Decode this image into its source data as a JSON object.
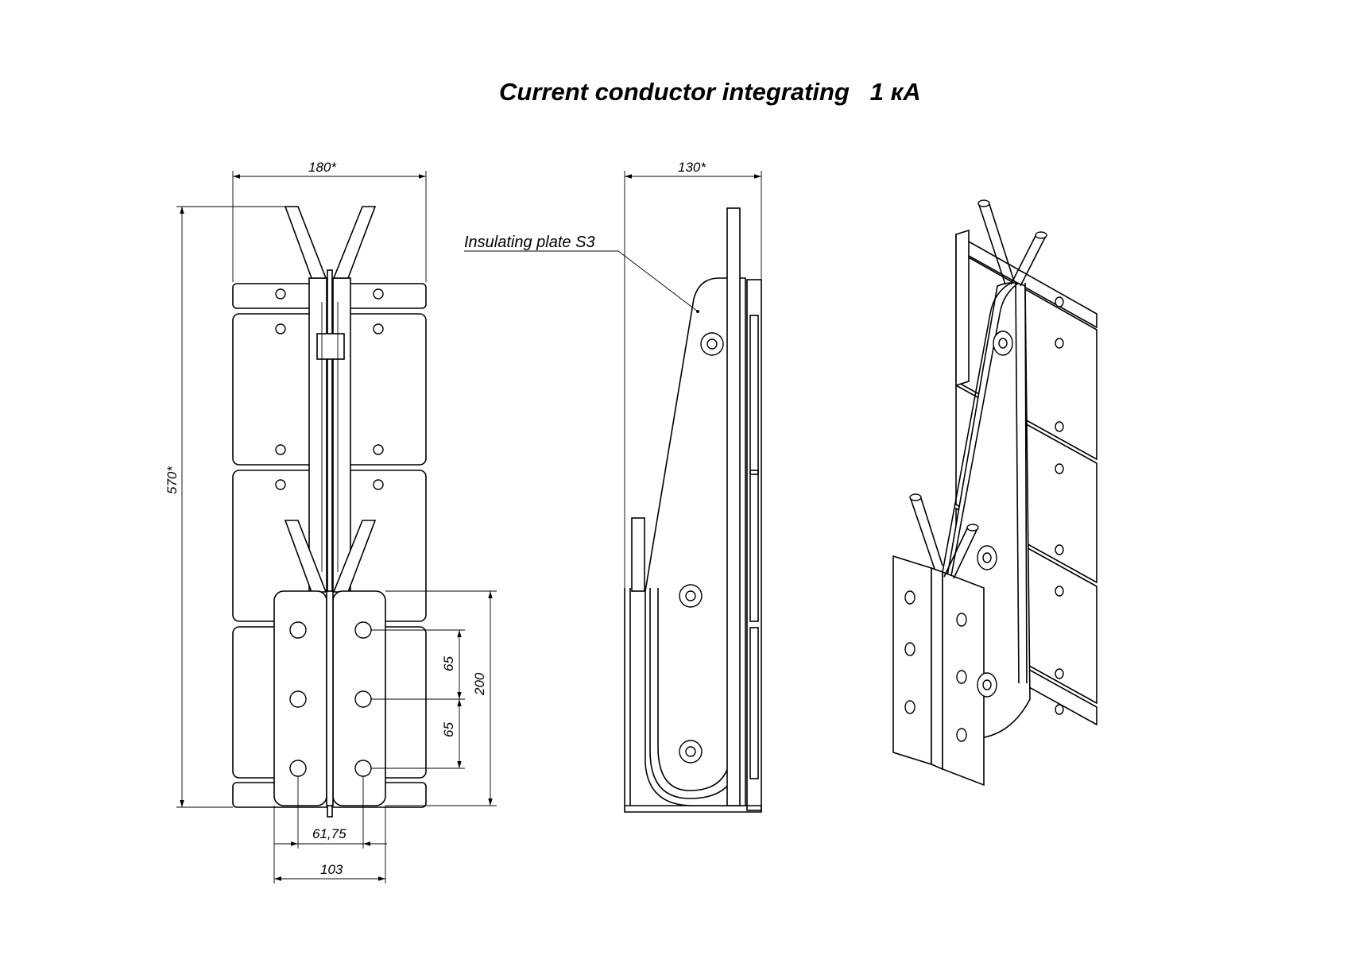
{
  "title": "Current conductor integrating   1 кА",
  "colors": {
    "line": "#000000",
    "background": "#ffffff"
  },
  "annotations": {
    "insulating_plate": "Insulating plate S3"
  },
  "dimensions": {
    "front_width": "180*",
    "front_height": "570*",
    "side_width": "130*",
    "bolt_pitch_upper": "65",
    "bolt_pitch_lower": "65",
    "clamp_height": "200",
    "hole_spacing": "61,75",
    "clamp_width": "103"
  }
}
